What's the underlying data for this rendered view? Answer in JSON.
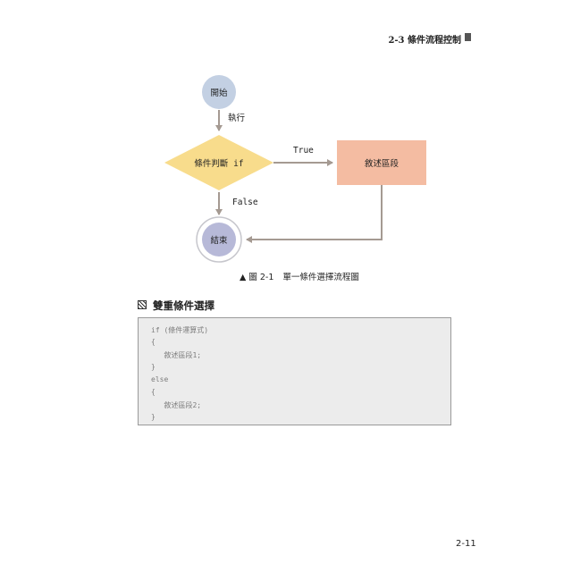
{
  "header": {
    "title": "2-3 條件流程控制"
  },
  "flowchart": {
    "start": "開始",
    "execute": "執行",
    "condition": "條件判斷 if",
    "true_label": "True",
    "false_label": "False",
    "statement": "敘述區段",
    "end": "結束",
    "colors": {
      "start_node": "#c3d0e3",
      "decision": "#f8dc8c",
      "statement": "#f4bca2",
      "end_node": "#b7b9d8",
      "arrow": "#a59a92"
    }
  },
  "figure_caption": {
    "number": "▲ 圖 2-1",
    "text": "單一條件選擇流程圖"
  },
  "section": {
    "heading": "雙重條件選擇"
  },
  "code": {
    "lines": [
      "if (條件運算式)",
      "{",
      "   敘述區段1;",
      "}",
      "else",
      "{",
      "   敘述區段2;",
      "}"
    ]
  },
  "page_number": "2-11"
}
